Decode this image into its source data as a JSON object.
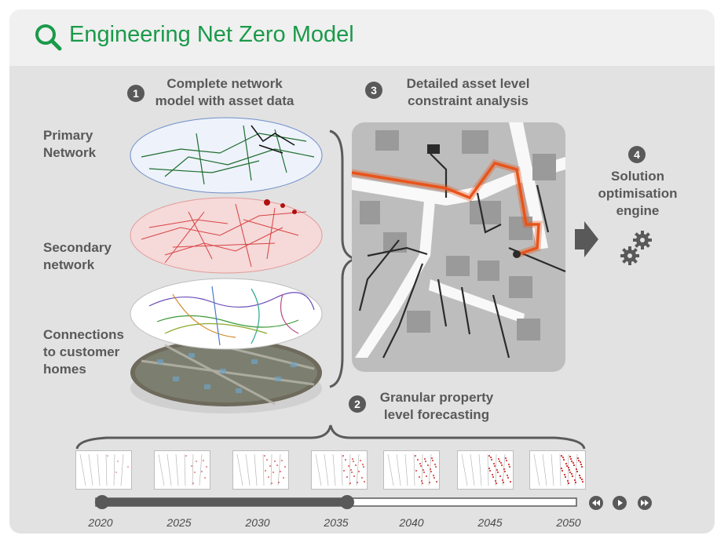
{
  "title": "Engineering Net Zero Model",
  "steps": {
    "step1": {
      "number": "1",
      "line1": "Complete network",
      "line2": "model with asset data"
    },
    "step2": {
      "number": "2",
      "line1": "Granular property",
      "line2": "level forecasting"
    },
    "step3": {
      "number": "3",
      "line1": "Detailed asset level",
      "line2": "constraint analysis"
    },
    "step4": {
      "number": "4",
      "line1": "Solution",
      "line2": "optimisation",
      "line3": "engine"
    }
  },
  "layers": {
    "primary": {
      "line1": "Primary",
      "line2": "Network"
    },
    "secondary": {
      "line1": "Secondary",
      "line2": "network"
    },
    "connections": {
      "line1": "Connections",
      "line2": "to customer",
      "line3": "homes"
    }
  },
  "timeline": {
    "years": [
      "2020",
      "2025",
      "2030",
      "2035",
      "2040",
      "2045",
      "2050"
    ],
    "selected_year": "2035"
  },
  "colors": {
    "brand_green": "#1a9a4a",
    "text_gray": "#595959",
    "highlight_orange": "#e8541a"
  },
  "icons": {
    "title": "search-icon",
    "engine": "gears-icon",
    "flow": "arrow-right-icon"
  }
}
